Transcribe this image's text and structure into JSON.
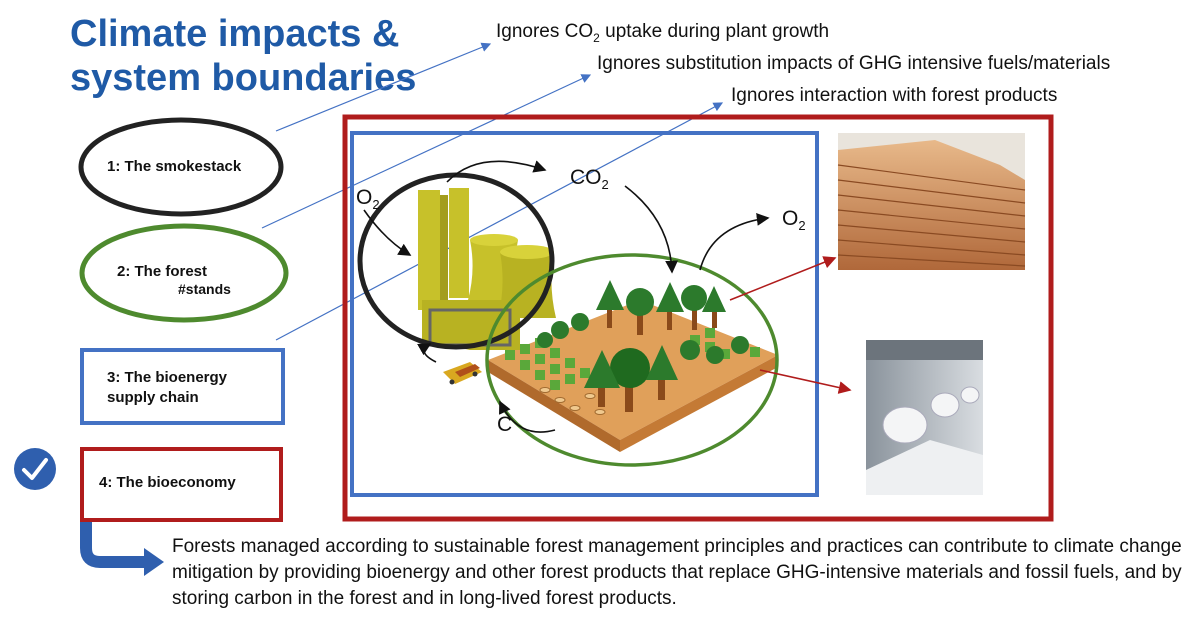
{
  "title": {
    "line1": "Climate impacts &",
    "line2": "system boundaries"
  },
  "ignores": {
    "co2_prefix": "Ignores CO",
    "co2_sub": "2",
    "co2_suffix": " uptake during plant growth",
    "substitution": "Ignores substitution impacts of GHG intensive fuels/materials",
    "interaction": "Ignores interaction with forest products"
  },
  "options": {
    "smokestack": "1: The smokestack",
    "forest_line1": "2: The forest",
    "forest_line2": "#stands",
    "supply_line1": "3: The bioenergy",
    "supply_line2": "supply chain",
    "bioeconomy": "4: The bioeconomy"
  },
  "diagram": {
    "o2_left": "O",
    "o2_left_sub": "2",
    "co2": "CO",
    "co2_sub": "2",
    "o2_right": "O",
    "o2_right_sub": "2",
    "c_partial": "C"
  },
  "conclusion": "Forests managed according to sustainable forest management principles and practices can contribute to climate change mitigation by providing bioenergy and other forest products that replace GHG-intensive materials and fossil fuels, and by storing carbon in the forest and in long-lived forest products.",
  "colors": {
    "title_blue": "#1f5aa6",
    "black": "#222222",
    "green": "#4e8a2e",
    "blue": "#4472c4",
    "red": "#b01c1c"
  },
  "icons": {
    "check": "check-circle-icon",
    "arrow": "bent-arrow-icon"
  }
}
